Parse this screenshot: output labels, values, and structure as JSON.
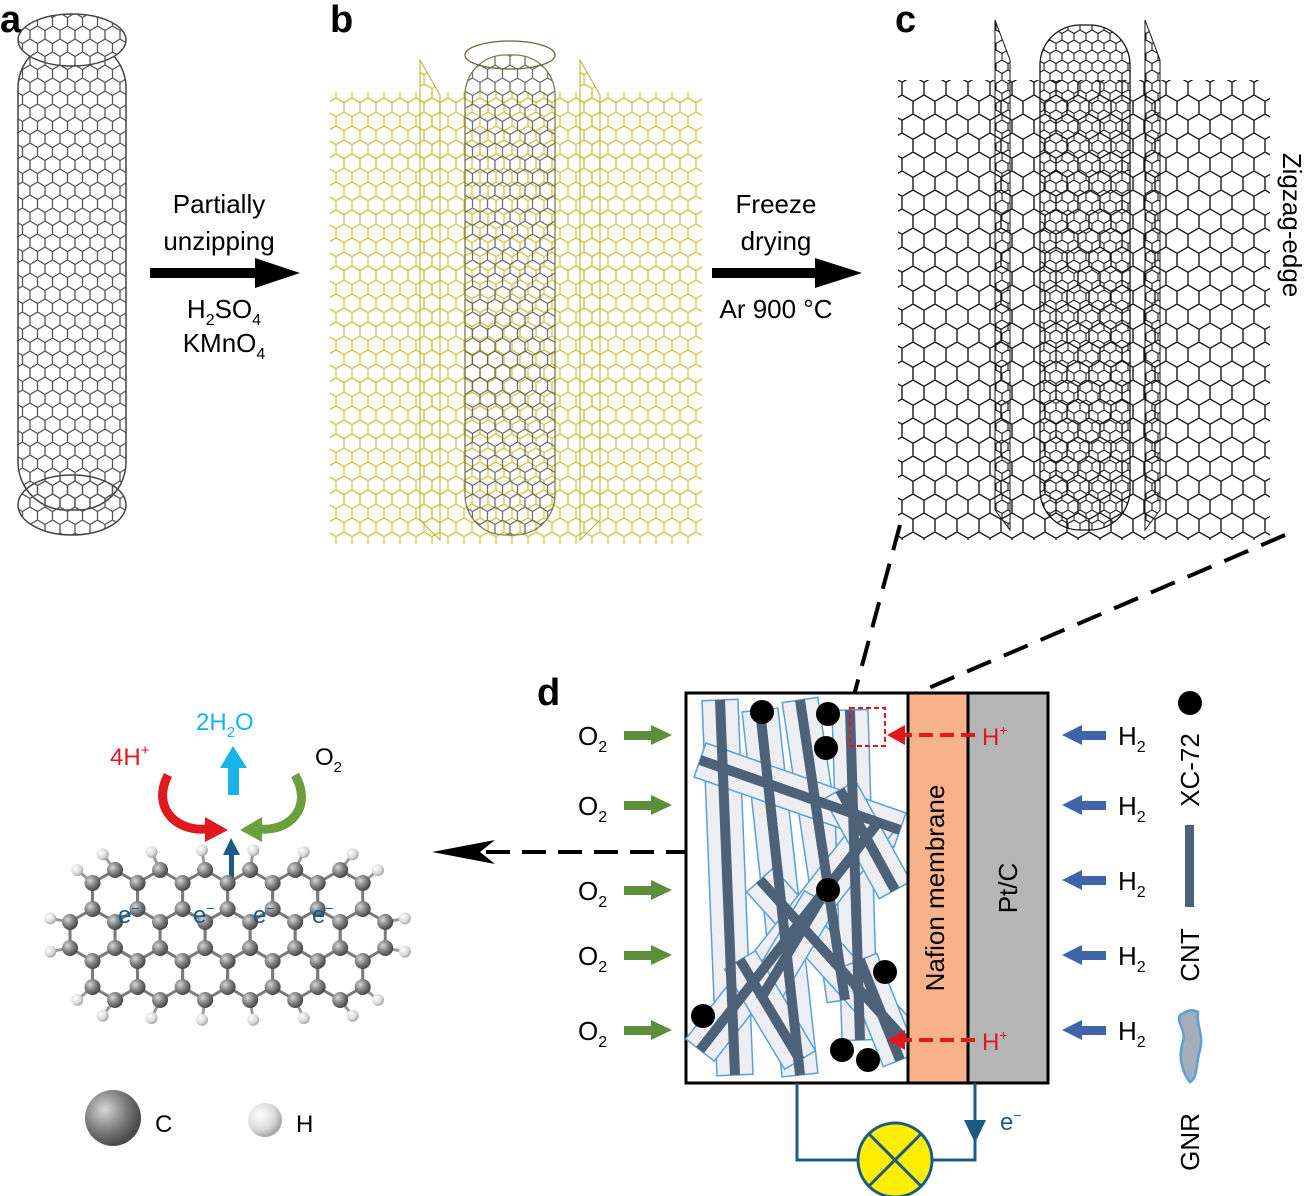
{
  "panels": {
    "a": "a",
    "b": "b",
    "c": "c",
    "d": "d"
  },
  "step1": {
    "line1": "Partially",
    "line2": "unzipping",
    "reagent1": "H",
    "reagent1_sub1": "2",
    "reagent1_mid": "SO",
    "reagent1_sub2": "4",
    "reagent2": "KMnO",
    "reagent2_sub": "4"
  },
  "step2": {
    "line1": "Freeze",
    "line2": "drying",
    "condition": "Ar 900 °C"
  },
  "edge_label": "Zigzag-edge",
  "molecule": {
    "proton": "4H",
    "proton_sup": "+",
    "water_pre": "2H",
    "water_sub": "2",
    "water_post": "O",
    "oxygen": "O",
    "oxygen_sub": "2",
    "electron": "e",
    "electron_sup": "−"
  },
  "legend_atoms": {
    "carbon": "C",
    "hydrogen": "H"
  },
  "cell": {
    "o2_label": "O",
    "o2_sub": "2",
    "h2_label": "H",
    "h2_sub": "2",
    "h_plus": "H",
    "h_plus_sup": "+",
    "membrane": "Nafion membrane",
    "anode": "Pt/C",
    "electron": "e",
    "electron_sup": "−"
  },
  "legend_materials": {
    "xc72": "XC-72",
    "cnt": "CNT",
    "gnr": "GNR"
  },
  "colors": {
    "green_arrow": "#5b8f3a",
    "blue_arrow": "#3f64a8",
    "red": "#e0191f",
    "cyan": "#18b4ea",
    "membrane": "#f7b28a",
    "anode": "#b5b5b5",
    "cnt": "#4d6178",
    "gnr": "#e8eaee",
    "circuit": "#1c5a86",
    "bulb": "#ffee00",
    "yellow_lattice": "#cfc640"
  }
}
